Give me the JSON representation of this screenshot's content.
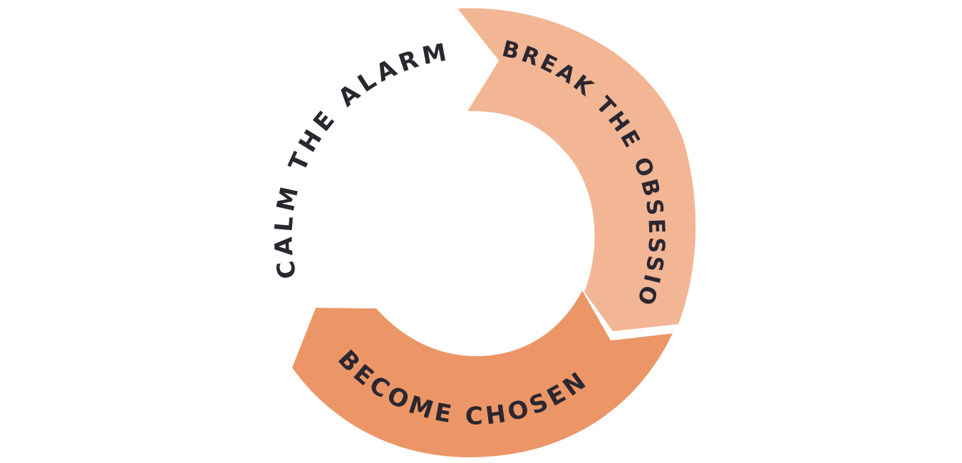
{
  "steps": [
    {
      "label": "CALM THE ALARM",
      "color": "#ffffff"
    },
    {
      "label": "BREAK THE OBSESSION",
      "color": "#f2b695"
    },
    {
      "label": "BECOME CHOSEN",
      "color": "#ec9667"
    }
  ],
  "colors": {
    "text": "#2b2730",
    "background": "#ffffff"
  }
}
